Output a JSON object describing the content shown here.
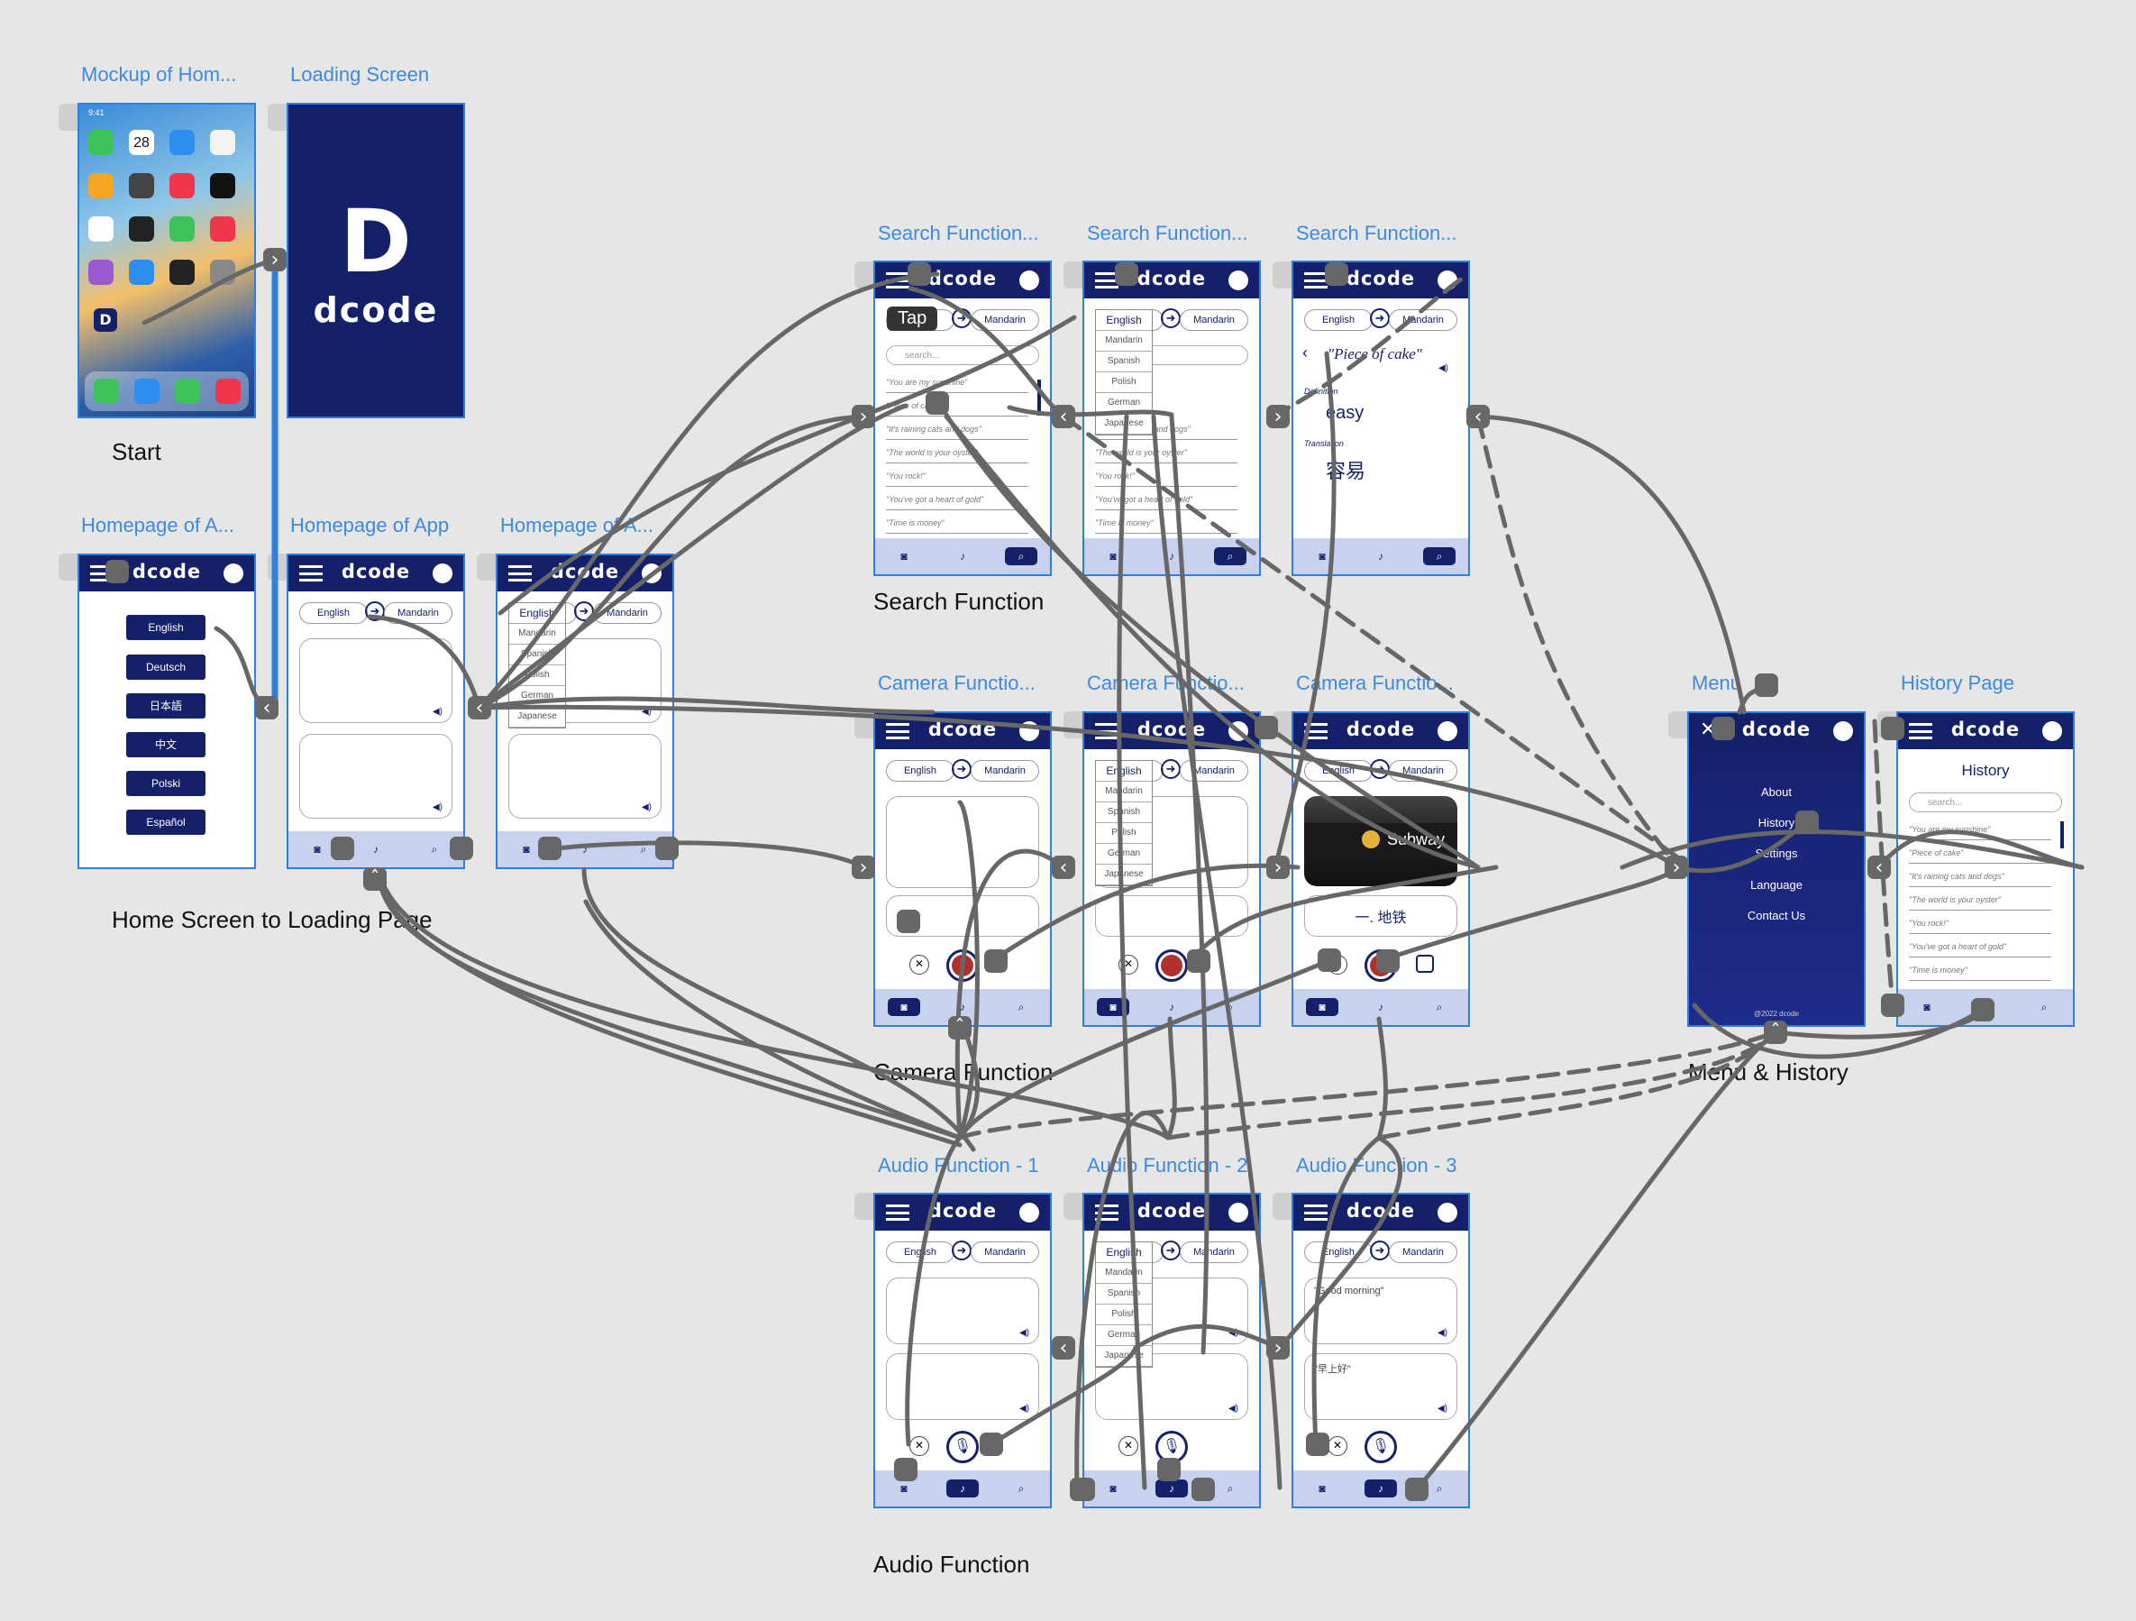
{
  "titles": {
    "mockup": "Mockup of Hom...",
    "loading": "Loading Screen",
    "homeA1": "Homepage of A...",
    "homeApp": "Homepage of App",
    "homeA2": "Homepage of A...",
    "search1": "Search Function...",
    "search2": "Search Function...",
    "search3": "Search Function...",
    "camera1": "Camera Functio...",
    "camera2": "Camera Functio...",
    "camera3": "Camera Functio...",
    "menu": "Menu",
    "history": "History Page",
    "audio1": "Audio Function - 1",
    "audio2": "Audio Function - 2",
    "audio3": "Audio Function - 3"
  },
  "groups": {
    "start": "Start",
    "home_to_loading": "Home Screen to Loading Page",
    "search": "Search Function",
    "camera": "Camera Function",
    "menu_history": "Menu & History",
    "audio": "Audio Function"
  },
  "app": {
    "logo": "dcode",
    "loading_letter": "D",
    "source_lang": "English",
    "target_lang": "Mandarin",
    "languages": [
      "English",
      "Deutsch",
      "日本語",
      "中文",
      "Polski",
      "Español"
    ],
    "dropdown": [
      "English",
      "Mandarin",
      "Spanish",
      "Polish",
      "German",
      "Japanese"
    ],
    "search_placeholder": "search...",
    "phrases": [
      "\"You are my sunshine\"",
      "\"Piece of cake\"",
      "\"It's raining cats and dogs\"",
      "\"The world is your oyster\"",
      "\"You rock!\"",
      "\"You've got a heart of gold\"",
      "\"Time is money\""
    ],
    "selected_phrase": "\"Piece of cake\"",
    "definition_label": "Definition",
    "definition": "easy",
    "translation_label": "Translation",
    "translation": "容易",
    "camera_sign": "Subway",
    "camera_result": "一. 地铁",
    "audio_source": "\"Good morning\"",
    "audio_result": "\"早上好\"",
    "menu_items": [
      "About",
      "History",
      "Settings",
      "Language",
      "Contact Us"
    ],
    "menu_footer": "@2022 dcode",
    "history_title": "History",
    "tap_label": "Tap",
    "phone_time": "9:41",
    "calendar_day": "28"
  },
  "colors": {
    "canvas": "#e6e6e6",
    "frame_border": "#2f7fe0",
    "brand_navy": "#15206b",
    "wire": "#676767",
    "record_red": "#b03030"
  }
}
